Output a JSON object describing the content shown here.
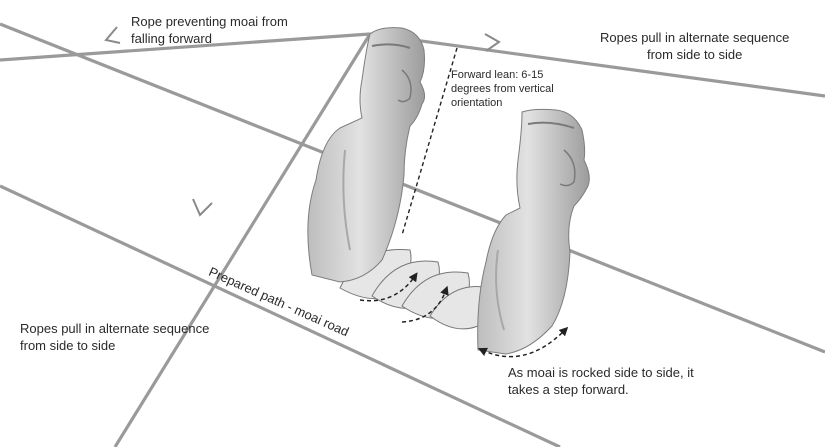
{
  "labels": {
    "rope_forward_line1": "Rope preventing moai from",
    "rope_forward_line2": "falling forward",
    "ropes_right_line1": "Ropes pull in alternate sequence",
    "ropes_right_line2": "from side to side",
    "lean_line1": "Forward lean: 6-15",
    "lean_line2": "degrees from vertical",
    "lean_line3": "orientation",
    "path_label": "Prepared path - moai road",
    "ropes_left_line1": "Ropes pull in alternate sequence",
    "ropes_left_line2": "from side to side",
    "step_line1": "As moai is rocked side to side, it",
    "step_line2": "takes a step forward."
  },
  "colors": {
    "rope": "#9a9a9a",
    "text": "#2a2a2a",
    "statue_fill": "#cfcfcf",
    "statue_shadow": "#8d8d8d",
    "footprint": "#e6e6e6"
  },
  "icons": [
    "moai-statue-back",
    "moai-statue-front",
    "arrow-head",
    "dashed-curve-arrow"
  ]
}
